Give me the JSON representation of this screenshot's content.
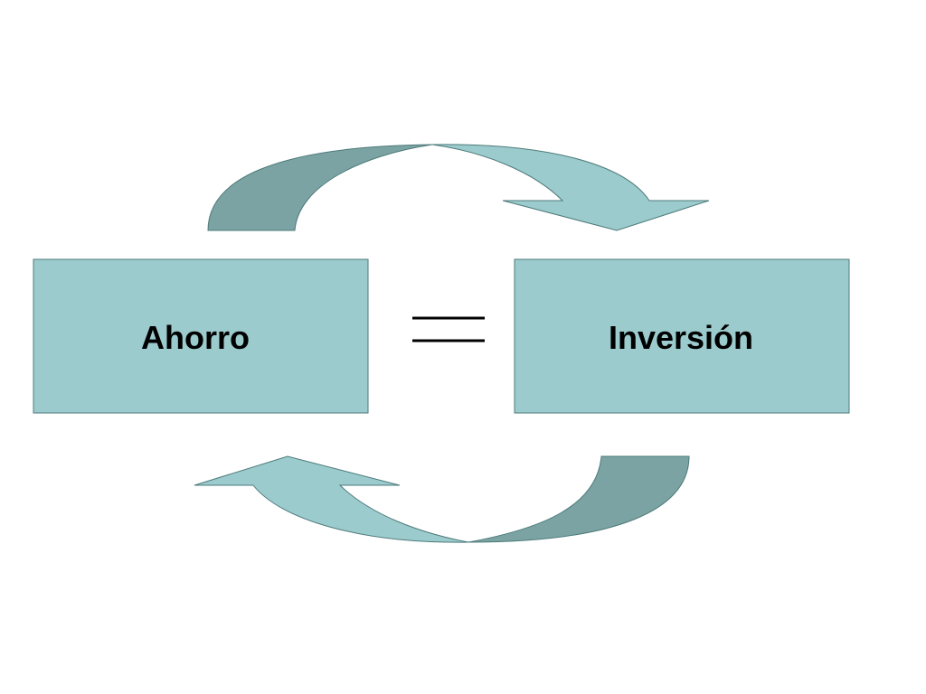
{
  "diagram": {
    "left_box": {
      "label": "Ahorro"
    },
    "right_box": {
      "label": "Inversión"
    },
    "relation_symbol": "equals-sign"
  },
  "colors": {
    "box_fill": "#9CCBCD",
    "arrow_light": "#9CCBCD",
    "arrow_dark": "#7BA3A3",
    "stroke": "#4E7A7A",
    "text": "#000000"
  }
}
